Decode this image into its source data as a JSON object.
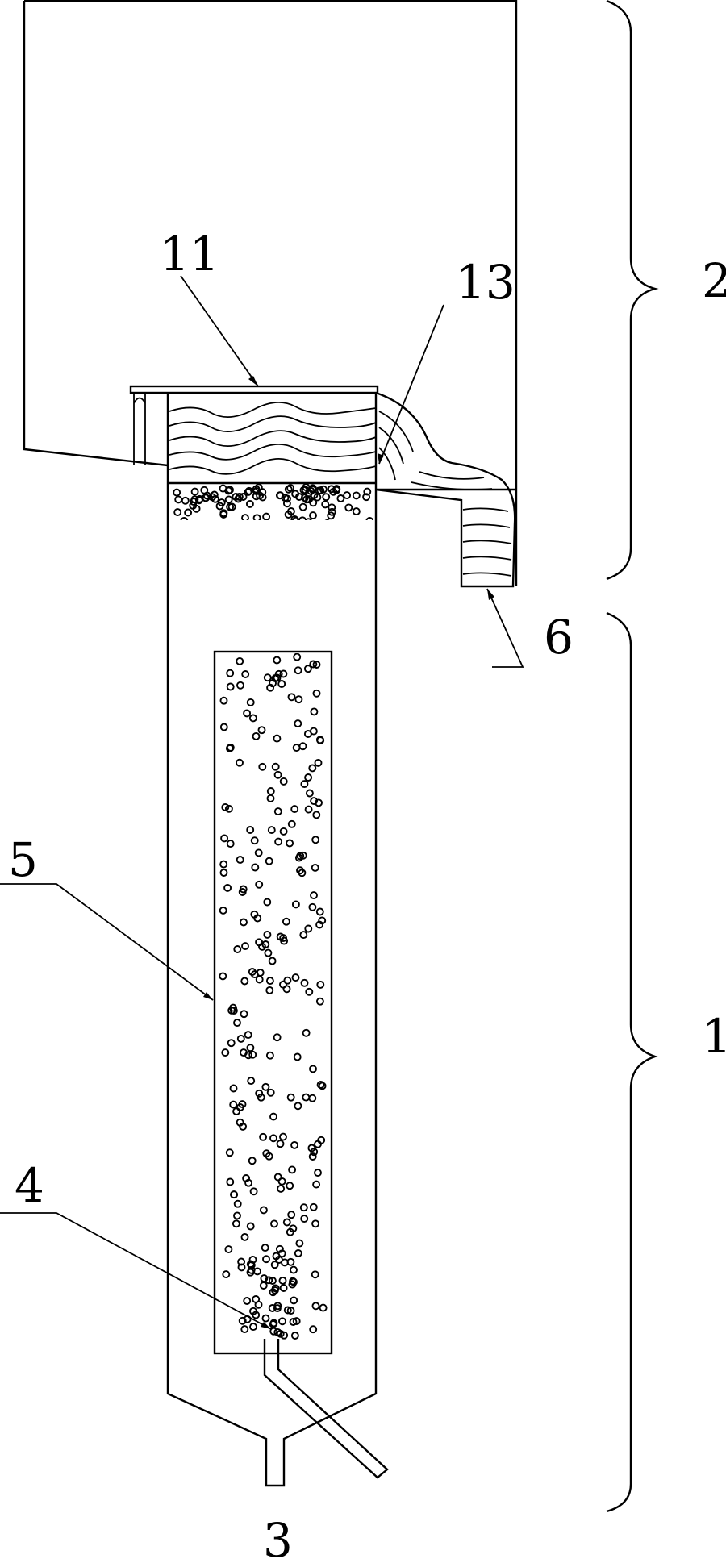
{
  "labels": {
    "upper_section": "2",
    "lower_section": "1",
    "top_plate": "11",
    "packing_layer": "13",
    "overflow_outlet": "6",
    "inner_tube": "5",
    "gas_pipe": "4",
    "bottom_outlet": "3"
  }
}
